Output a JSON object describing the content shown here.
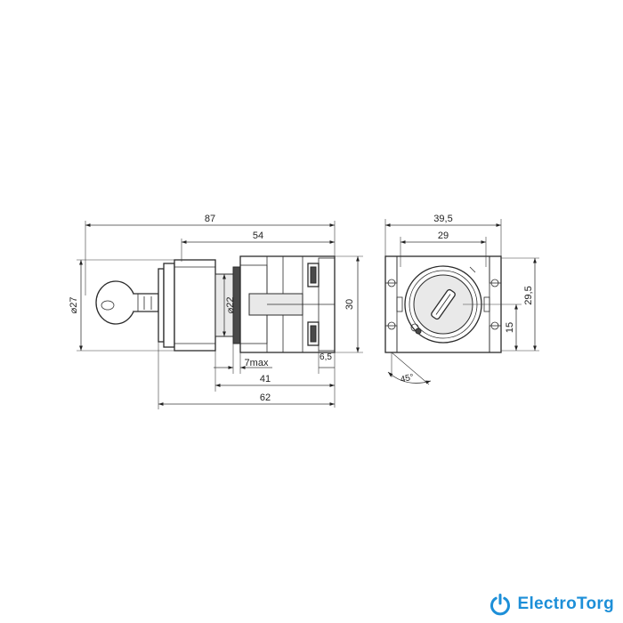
{
  "dimensions": {
    "overall_length": "87",
    "body_length": "54",
    "head_diameter": "⌀27",
    "thread_diameter": "⌀22",
    "height": "30",
    "max_panel": "7max",
    "contact_offset": "6,5",
    "depth_41": "41",
    "depth_62": "62",
    "front_width": "39,5",
    "front_inner_width": "29",
    "front_height": "29,5",
    "front_offset": "15",
    "rotation_angle": "45°"
  },
  "brand": {
    "name": "ElectroTorg",
    "icon": "power-icon",
    "color": "#1d8fd8"
  }
}
